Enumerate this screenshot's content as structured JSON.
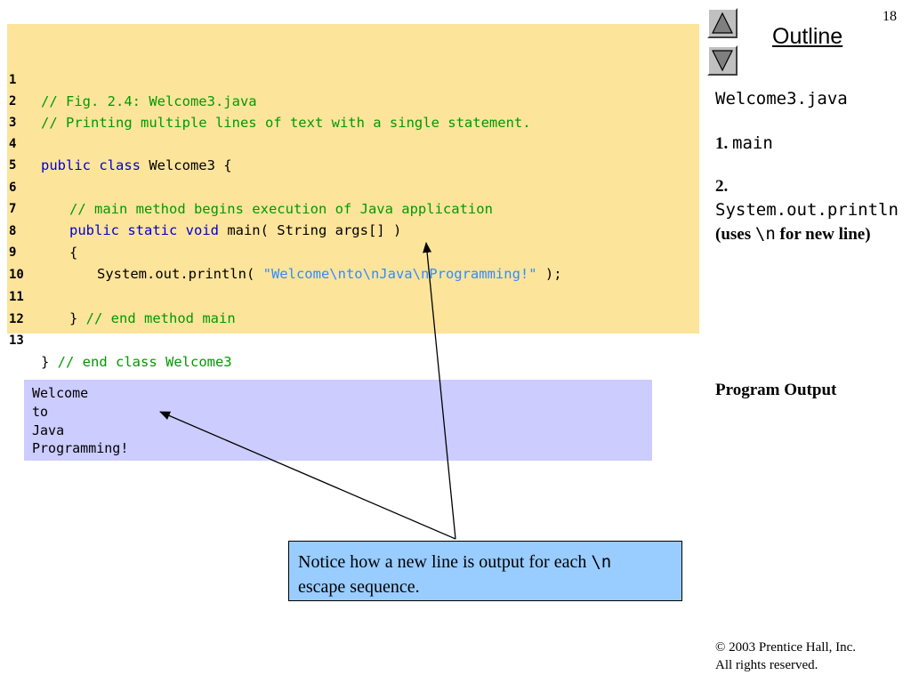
{
  "slide_number": "18",
  "outline": {
    "title": "Outline",
    "file_name": "Welcome3.java",
    "item1_num": "1.",
    "item1_code": "main",
    "item2_num": "2.",
    "item2_code": "System.out.println",
    "item2_text_open": " (uses ",
    "item2_escape": "\\n",
    "item2_text_close": " for new line)",
    "program_output_label": "Program Output"
  },
  "code": {
    "line_numbers": [
      "1",
      "2",
      "3",
      "4",
      "5",
      "6",
      "7",
      "8",
      "9",
      "10",
      "11",
      "12",
      "13"
    ],
    "l1": "// Fig. 2.4: Welcome3.java",
    "l2": "// Printing multiple lines of text with a single statement.",
    "l4_kw": "public class",
    "l4_rest": " Welcome3 {",
    "l6": "// main method begins execution of Java application",
    "l7_kw": "public static void",
    "l7_rest": " main( String args[] )",
    "l8": "{",
    "l9_pre": "System.out.println( ",
    "l9_str": "\"Welcome\\nto\\nJava\\nProgramming!\"",
    "l9_post": " );",
    "l11_brace": "}",
    "l11_cmt": " // end method main",
    "l13_brace": "}",
    "l13_cmt": " // end class Welcome3"
  },
  "output": {
    "lines": [
      "Welcome",
      "to",
      "Java",
      "Programming!"
    ]
  },
  "callout": {
    "text_before": "Notice how a new line is output for each ",
    "escape": "\\n",
    "text_after": "escape sequence."
  },
  "copyright": {
    "symbol": "©",
    "line1": " 2003 Prentice Hall, Inc.",
    "line2": "All rights reserved."
  },
  "colors": {
    "code_bg": "#FDE49B",
    "output_bg": "#CCCCFF",
    "callout_bg": "#99CCFF",
    "comment": "#009900",
    "keyword": "#0000CC",
    "string": "#2F8CFF"
  },
  "icons": {
    "nav_up": "triangle-up-icon",
    "nav_down": "triangle-down-icon"
  }
}
